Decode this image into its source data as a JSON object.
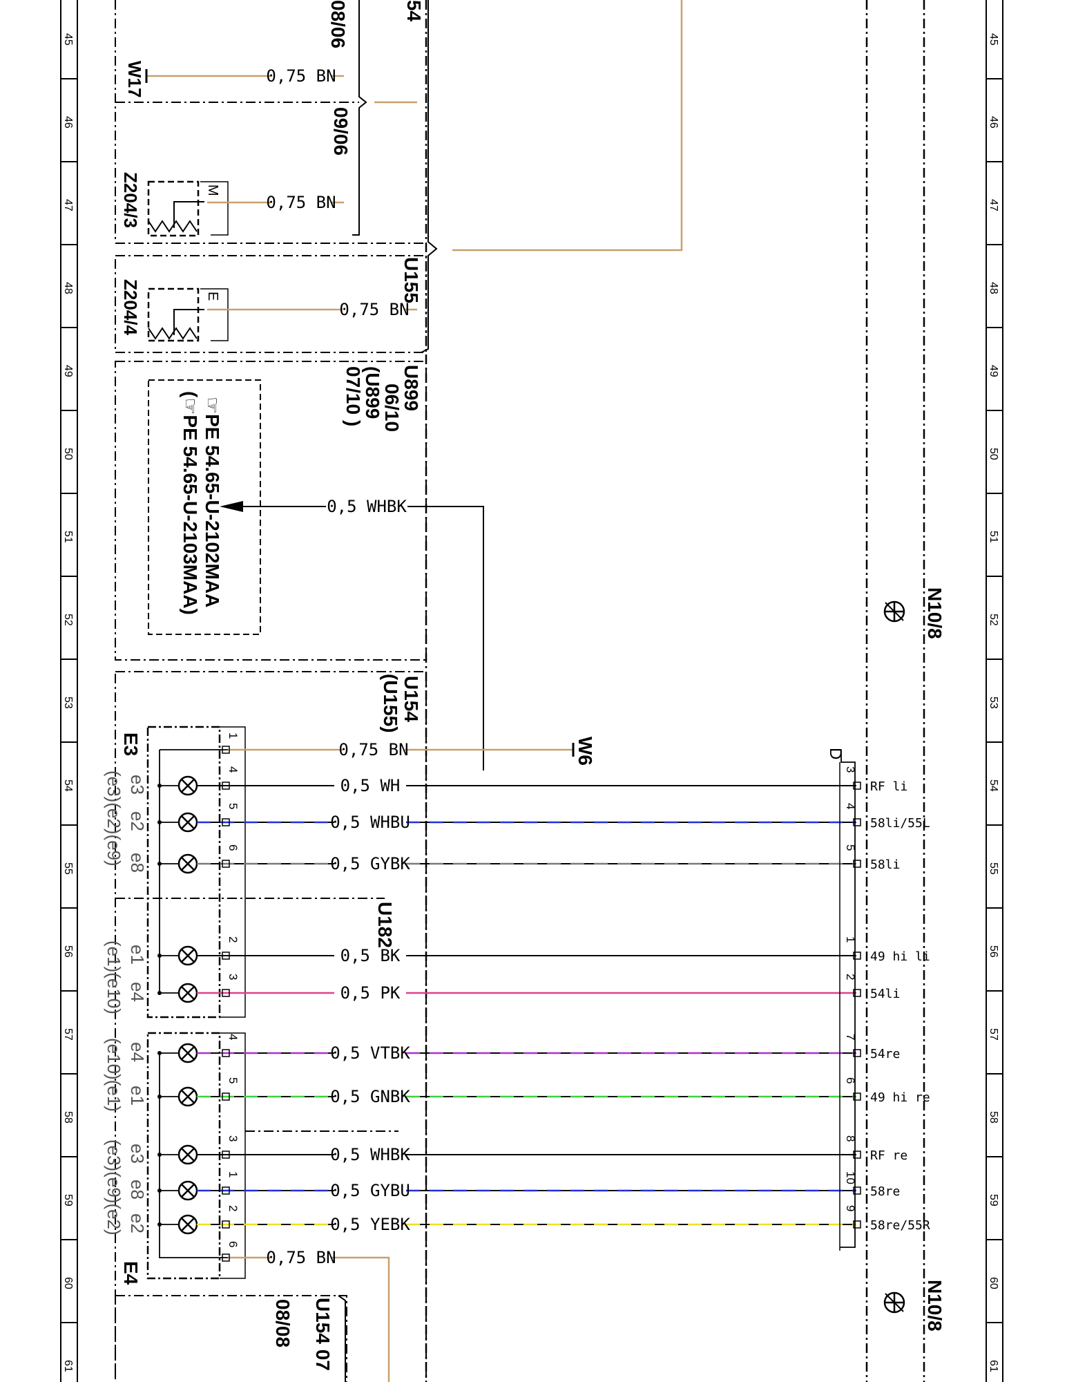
{
  "grid_rows": [
    "45",
    "46",
    "47",
    "48",
    "49",
    "50",
    "51",
    "52",
    "53",
    "54",
    "55",
    "56",
    "57",
    "58",
    "59",
    "60",
    "61"
  ],
  "component_labels": {
    "w17": "W17",
    "z204_3": "Z204/3",
    "z204_4": "Z204/4",
    "e3": "E3",
    "e4": "E4",
    "w6": "W6",
    "n10_8_top": "N10/8",
    "n10_8_bottom": "N10/8",
    "conn_d": "D",
    "u155_top": "U155",
    "u154_top": "54",
    "u182": "U182",
    "m_mark": "M",
    "e_mark": "E"
  },
  "date_notes": {
    "top_0806": "08/06",
    "top_0906": "09/06",
    "u899_block": [
      "U899",
      "06/10",
      "(U899",
      "07/10 )"
    ],
    "u154_block": [
      "U154",
      "(U155)"
    ],
    "bottom_block": [
      "U154 07",
      "08/08"
    ]
  },
  "reference_box": {
    "line1": "☞PE 54.65-U-2102MAA",
    "line2": "(☞PE 54.65-U-2103MAA)"
  },
  "wires": [
    {
      "label": "0,75 BN",
      "color": "#c8a06e"
    },
    {
      "label": "0,75 BN",
      "color": "#c8a06e"
    },
    {
      "label": "0,75 BN",
      "color": "#c8a06e"
    },
    {
      "label": "0,5 WHBK",
      "color": "#000000"
    },
    {
      "label": "0,75 BN",
      "color": "#c8a06e"
    },
    {
      "label": "0,5 WH",
      "color": "#000000"
    },
    {
      "label": "0,5 WHBU",
      "color": "#2030d8"
    },
    {
      "label": "0,5 GYBK",
      "color": "#7a7a7a"
    },
    {
      "label": "0,5 BK",
      "color": "#000000"
    },
    {
      "label": "0,5 PK",
      "color": "#e0408a"
    },
    {
      "label": "0,5 VTBK",
      "color": "#b030d0"
    },
    {
      "label": "0,5 GNBK",
      "color": "#40d040"
    },
    {
      "label": "0,5 WHBK",
      "color": "#000000"
    },
    {
      "label": "0,5 GYBU",
      "color": "#2030d8"
    },
    {
      "label": "0,5 YEBK",
      "color": "#f0e020"
    },
    {
      "label": "0,75 BN",
      "color": "#c8a06e"
    }
  ],
  "lamp_codes": [
    {
      "code": "e3",
      "alt": "(e3)(e2)(e9)"
    },
    {
      "code": "e2",
      "alt": ""
    },
    {
      "code": "e8",
      "alt": ""
    },
    {
      "code": "e1",
      "alt": "(e1)(e10)"
    },
    {
      "code": "e4",
      "alt": ""
    },
    {
      "code": "e4",
      "alt": "(e10)(e1)"
    },
    {
      "code": "e1",
      "alt": ""
    },
    {
      "code": "e3",
      "alt": "(e3)(e9)(e2)"
    },
    {
      "code": "e8",
      "alt": ""
    },
    {
      "code": "e2",
      "alt": ""
    }
  ],
  "lamp_pins": [
    "4",
    "5",
    "6",
    "2",
    "3",
    "4",
    "5",
    "3",
    "1",
    "2"
  ],
  "lamp_pin_extra": {
    "top": "1",
    "bottom": "6"
  },
  "n10_pins": [
    {
      "pin": "3",
      "func": "RF li"
    },
    {
      "pin": "4",
      "func": "58li/55L"
    },
    {
      "pin": "5",
      "func": "58li"
    },
    {
      "pin": "1",
      "func": "49 hi li"
    },
    {
      "pin": "2",
      "func": "54li"
    },
    {
      "pin": "7",
      "func": "54re"
    },
    {
      "pin": "6",
      "func": "49 hi re"
    },
    {
      "pin": "8",
      "func": "RF re"
    },
    {
      "pin": "10",
      "func": "58re"
    },
    {
      "pin": "9",
      "func": "58re/55R"
    }
  ],
  "colors": {
    "brown": "#c8a06e",
    "ink": "#000000",
    "grid": "#000000"
  }
}
